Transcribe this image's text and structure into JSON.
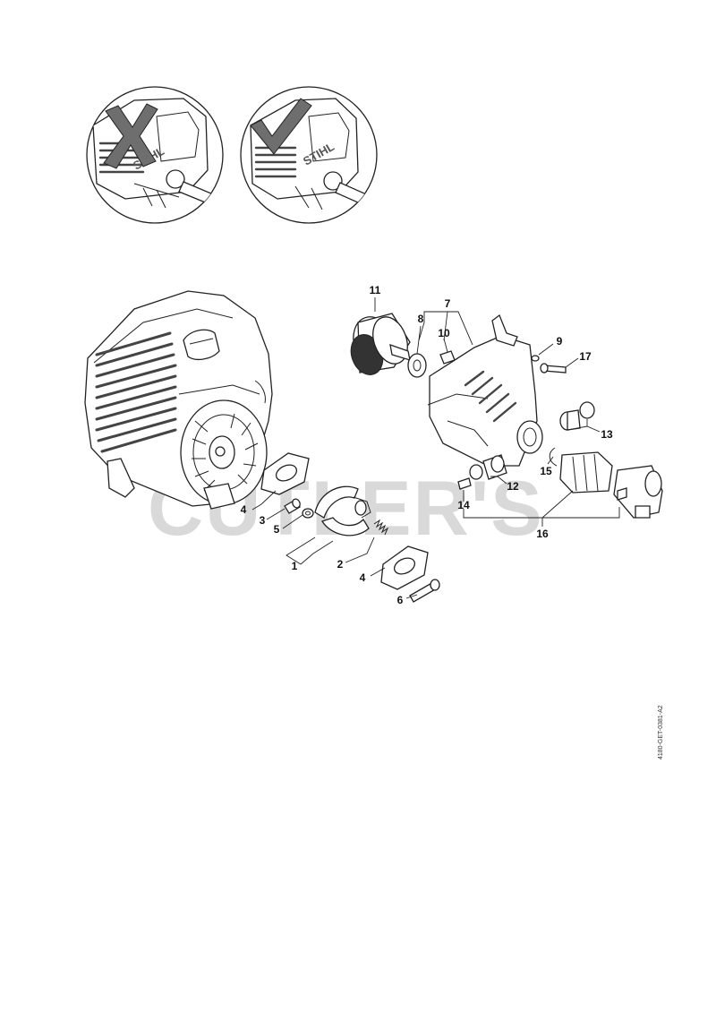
{
  "callouts": {
    "c1": "1",
    "c2": "2",
    "c3": "3",
    "c4a": "4",
    "c4b": "4",
    "c5": "5",
    "c6": "6",
    "c7": "7",
    "c8": "8",
    "c9": "9",
    "c10": "10",
    "c11": "11",
    "c12": "12",
    "c13": "13",
    "c14": "14",
    "c15": "15",
    "c16": "16",
    "c17": "17"
  },
  "brand": {
    "left": "STIHL",
    "right": "STIHL"
  },
  "watermark": "CUTLER'S",
  "reference_code": "4180-GET-0381-A2",
  "icons": {
    "wrong": "cross-mark-icon",
    "right": "check-mark-icon"
  },
  "colors": {
    "line": "#222222",
    "watermark": "#d9d9d9",
    "mark": "#6e6e6e"
  }
}
